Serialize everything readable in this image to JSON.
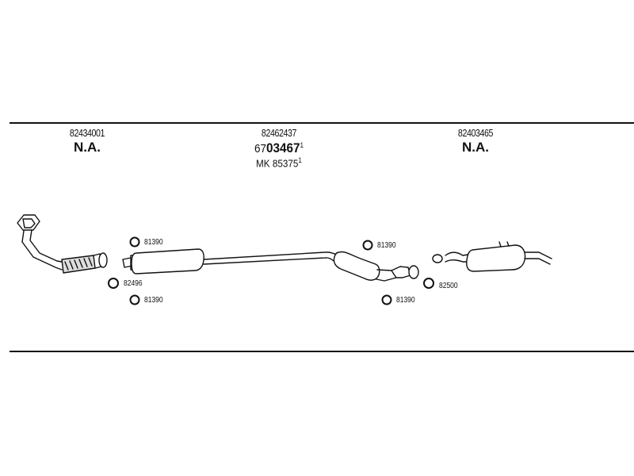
{
  "sections": [
    {
      "part_number": "82434001",
      "status": "N.A."
    },
    {
      "part_number": "82462437",
      "code_prefix": "67",
      "code_main": "03467",
      "code_sup": "1",
      "mk_prefix": "MK",
      "mk_number": "85375",
      "mk_sup": "1"
    },
    {
      "part_number": "82403465",
      "status": "N.A."
    }
  ],
  "labels": {
    "gasket_1": "81390",
    "gasket_2": "82496",
    "gasket_3": "81390",
    "gasket_4": "81390",
    "gasket_5": "81390",
    "gasket_6": "82500"
  }
}
